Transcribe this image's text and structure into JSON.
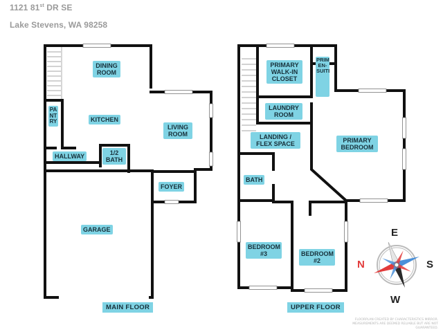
{
  "address": {
    "line1_main": "1121 81",
    "line1_sup": "st",
    "line1_rest": " DR SE",
    "line2": "Lake Stevens, WA 98258"
  },
  "floors": {
    "main": {
      "label": "MAIN FLOOR",
      "rooms": {
        "dining": "DINING ROOM",
        "pantry": "PANTRY",
        "kitchen": "KITCHEN",
        "living": "LIVING ROOM",
        "hallway": "HALLWAY",
        "half_bath": "1/2 BATH",
        "foyer": "FOYER",
        "garage": "GARAGE"
      }
    },
    "upper": {
      "label": "UPPER FLOOR",
      "rooms": {
        "walk_in": "PRIMARY WALK-IN CLOSET",
        "en_suite": "PRIMARY EN-SUITE",
        "laundry": "LAUNDRY ROOM",
        "landing": "LANDING / FLEX SPACE",
        "primary_bed": "PRIMARY BEDROOM",
        "bath": "BATH",
        "bed3": "BEDROOM #3",
        "bed2": "BEDROOM #2"
      }
    }
  },
  "compass": {
    "n": "N",
    "e": "E",
    "s": "S",
    "w": "W"
  },
  "credit": "FLOORPLAN CREATED BY CHARACTERISTICS MIRROR. MEASUREMENTS ARE DEEMED RELIABLE BUT ARE NOT GUARANTEED.",
  "colors": {
    "label_bg": "#7fd3e4",
    "wall": "#111111",
    "north": "#e23b3b",
    "west": "#2a2a2a"
  }
}
